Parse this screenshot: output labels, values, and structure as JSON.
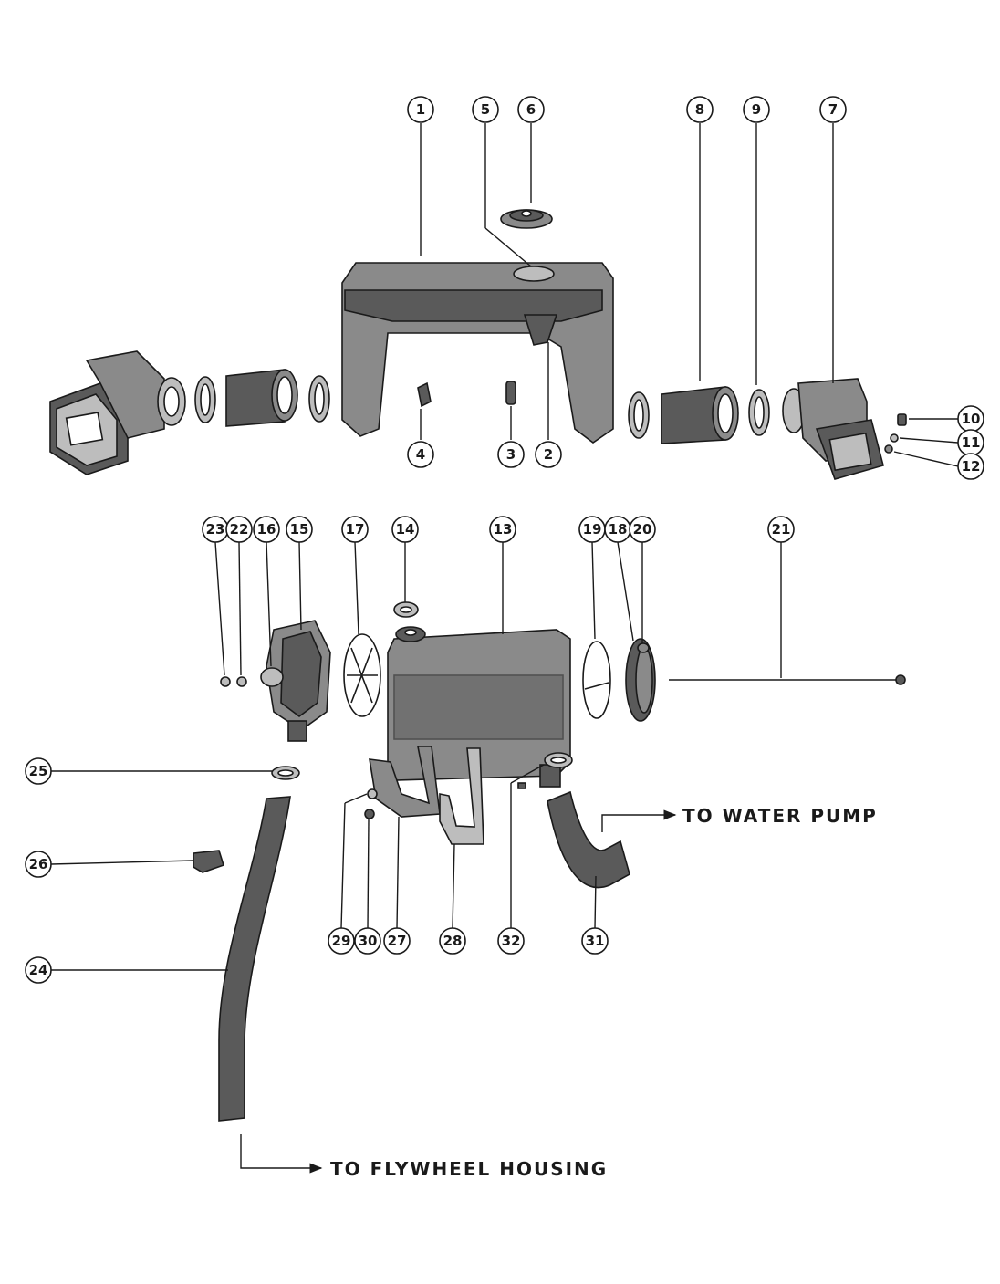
{
  "callouts": [
    {
      "id": "1",
      "label": "1"
    },
    {
      "id": "5",
      "label": "5"
    },
    {
      "id": "6",
      "label": "6"
    },
    {
      "id": "8",
      "label": "8"
    },
    {
      "id": "9",
      "label": "9"
    },
    {
      "id": "7",
      "label": "7"
    },
    {
      "id": "4",
      "label": "4"
    },
    {
      "id": "3",
      "label": "3"
    },
    {
      "id": "2",
      "label": "2"
    },
    {
      "id": "10",
      "label": "10"
    },
    {
      "id": "11",
      "label": "11"
    },
    {
      "id": "12",
      "label": "12"
    },
    {
      "id": "23",
      "label": "23"
    },
    {
      "id": "22",
      "label": "22"
    },
    {
      "id": "16",
      "label": "16"
    },
    {
      "id": "15",
      "label": "15"
    },
    {
      "id": "17",
      "label": "17"
    },
    {
      "id": "14",
      "label": "14"
    },
    {
      "id": "13",
      "label": "13"
    },
    {
      "id": "19",
      "label": "19"
    },
    {
      "id": "18",
      "label": "18"
    },
    {
      "id": "20",
      "label": "20"
    },
    {
      "id": "21",
      "label": "21"
    },
    {
      "id": "25",
      "label": "25"
    },
    {
      "id": "26",
      "label": "26"
    },
    {
      "id": "24",
      "label": "24"
    },
    {
      "id": "29",
      "label": "29"
    },
    {
      "id": "30",
      "label": "30"
    },
    {
      "id": "27",
      "label": "27"
    },
    {
      "id": "28",
      "label": "28"
    },
    {
      "id": "32",
      "label": "32"
    },
    {
      "id": "31",
      "label": "31"
    }
  ],
  "labels": {
    "to_water_pump": "TO WATER PUMP",
    "to_flywheel_housing": "TO FLYWHEEL HOUSING"
  }
}
